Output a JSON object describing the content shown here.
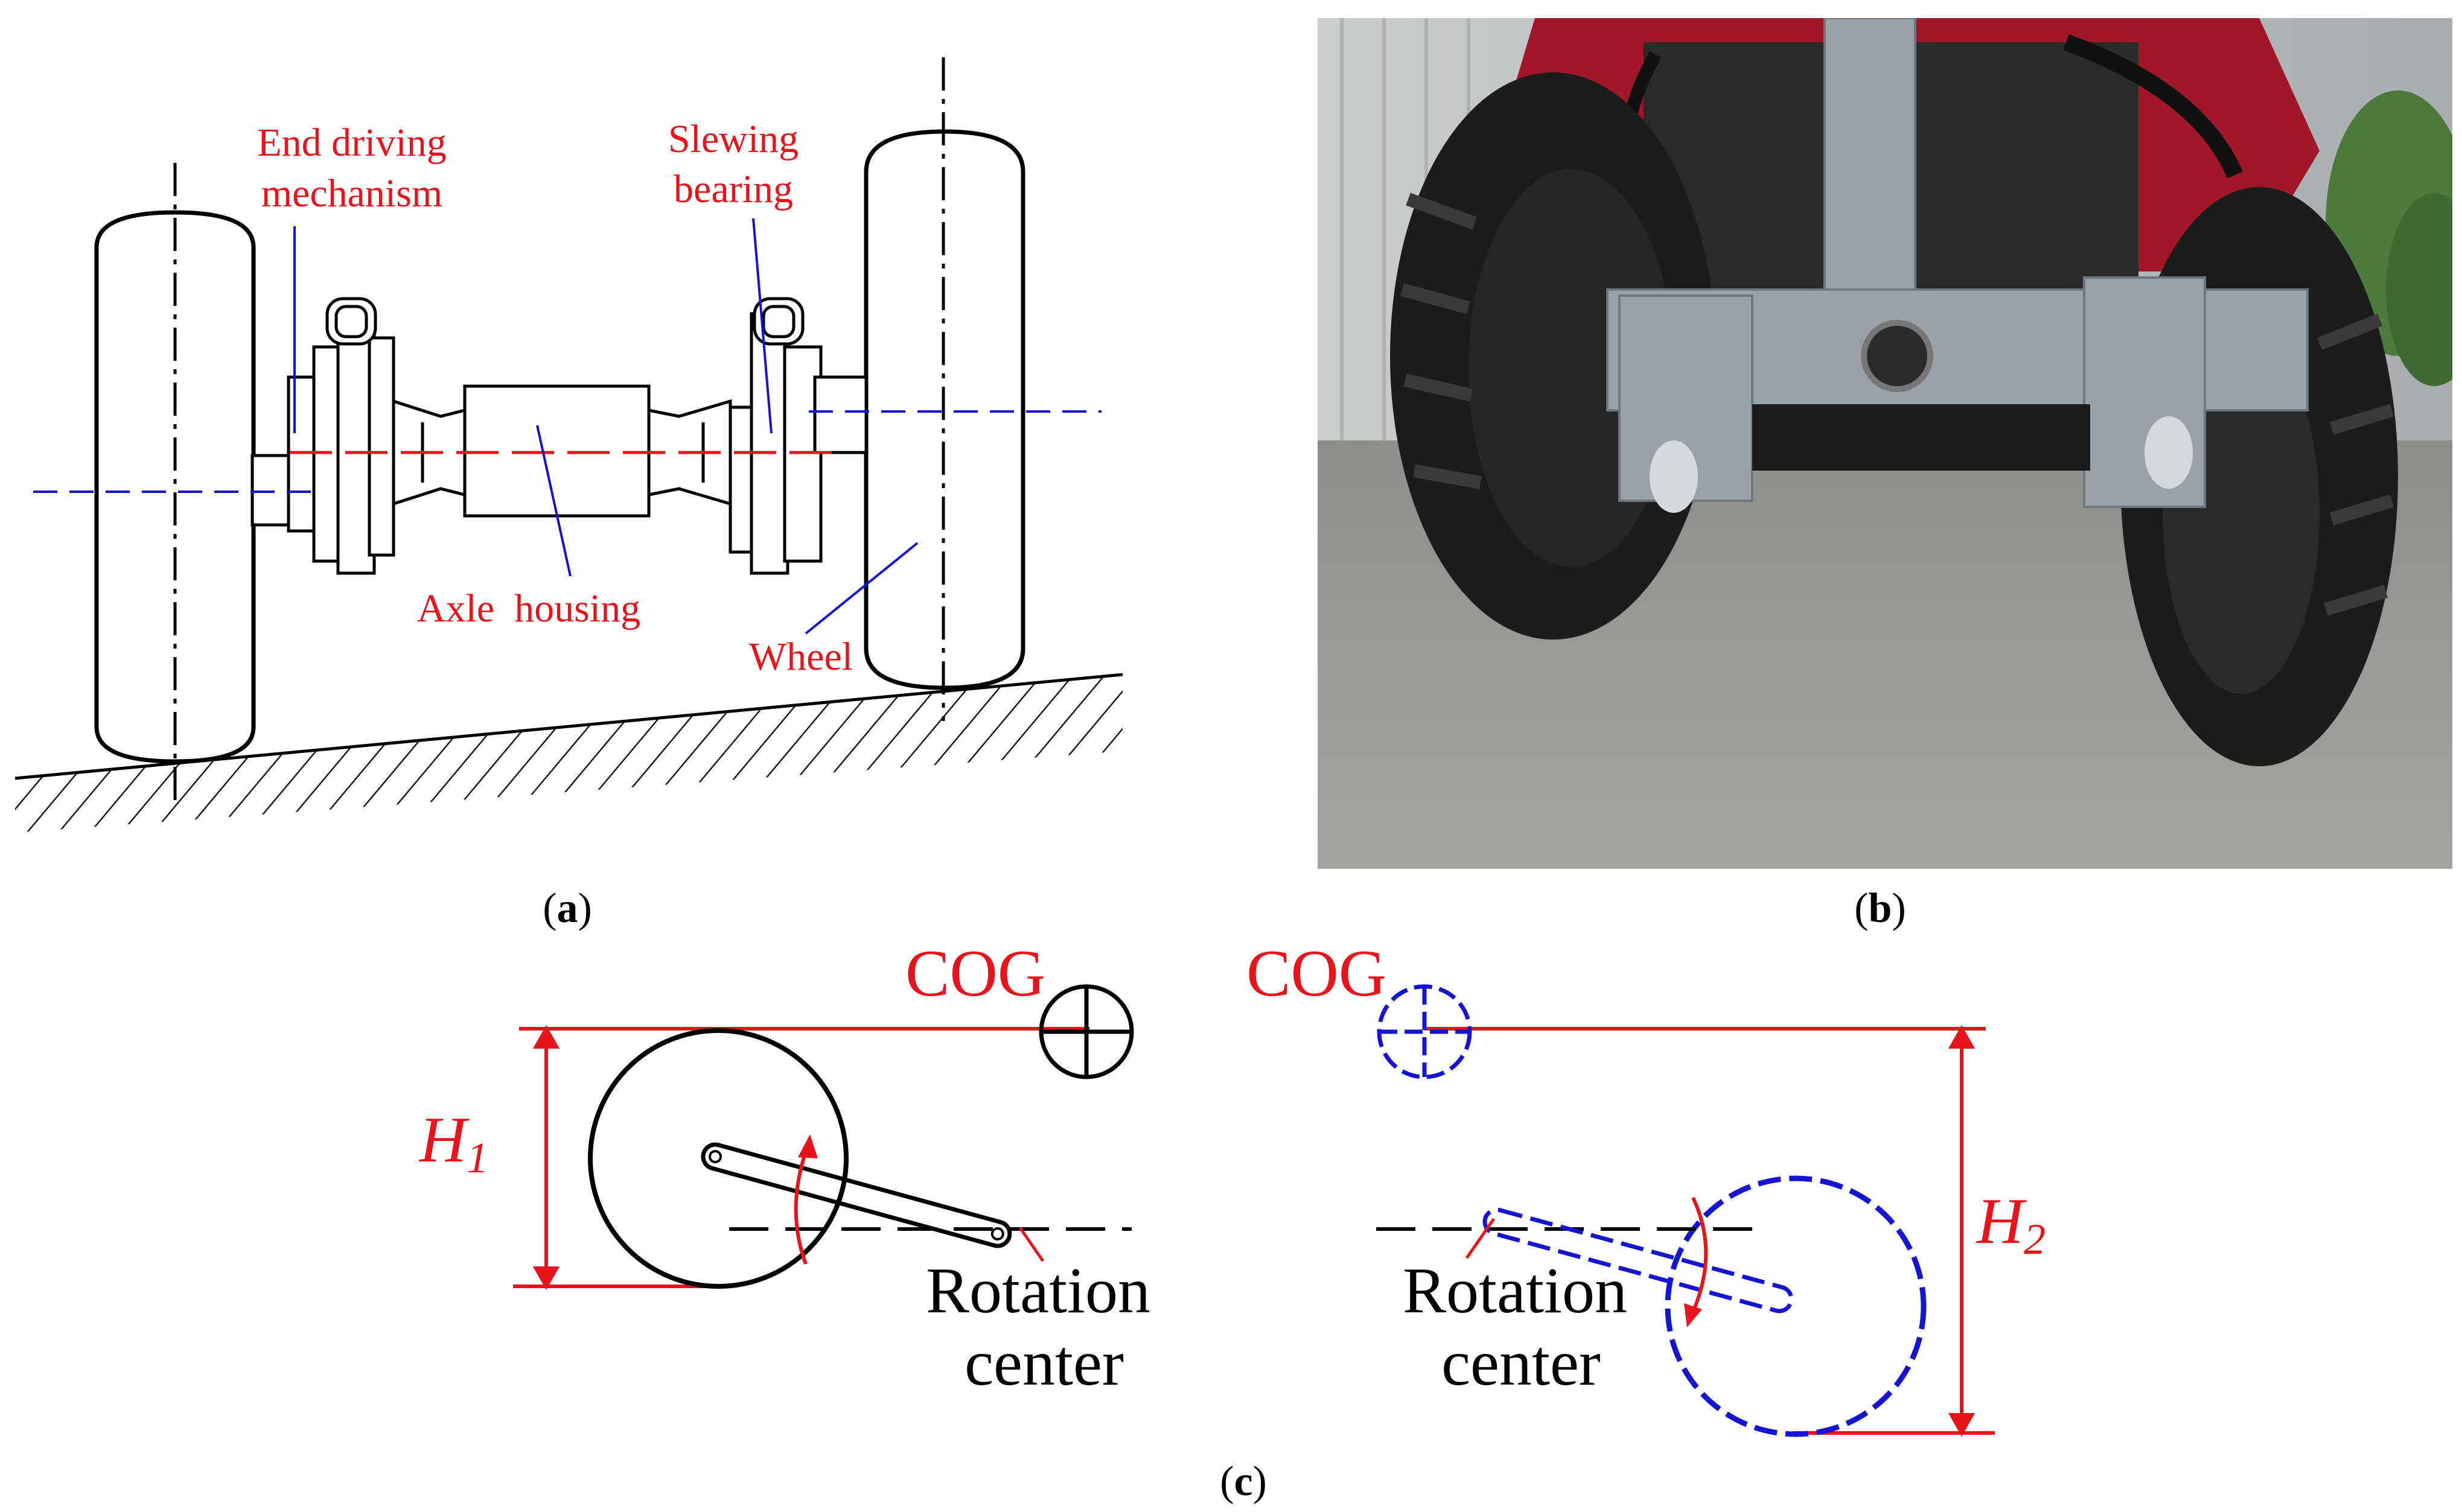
{
  "panel_a": {
    "labels": {
      "end_driving": [
        "End driving",
        "mechanism"
      ],
      "slewing": [
        "Slewing",
        "bearing"
      ],
      "axle_housing": "Axle  housing",
      "wheel": "Wheel"
    },
    "caption": {
      "open": "(",
      "letter": "a",
      "close": ")"
    }
  },
  "panel_b": {
    "caption": {
      "open": "(",
      "letter": "b",
      "close": ")"
    },
    "photo_colors": {
      "wall": "#b9bcbe",
      "floor": "#9a9c98",
      "tire": "#1c1c1c",
      "frame": "#9aa1a8",
      "red_body": "#a01828",
      "foliage": "#4c7a3a"
    }
  },
  "panel_c": {
    "left": {
      "cog": "COG",
      "height_label": "H",
      "height_sub": "1",
      "rotation": [
        "Rotation",
        "center"
      ]
    },
    "right": {
      "cog": "COG",
      "height_label": "H",
      "height_sub": "2",
      "rotation": [
        "Rotation",
        "center"
      ]
    },
    "caption": {
      "open": "(",
      "letter": "c",
      "close": ")"
    }
  },
  "colors": {
    "red": "#e8141c",
    "blue": "#1414d2",
    "black": "#000000"
  }
}
